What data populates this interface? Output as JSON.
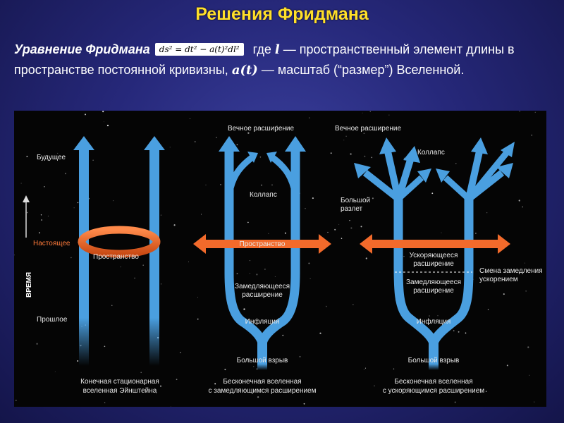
{
  "title": "Решения Фридмана",
  "intro": {
    "lead": "Уравнение Фридмана",
    "formula": "ds² = dt² − a(t)²dl²",
    "text1": "где",
    "sym_l": "l",
    "text2": "— пространственный элемент длины в пространстве постоянной кривизны,",
    "sym_a": "a(t)",
    "text3": "— масштаб (“размер”) Вселенной."
  },
  "diagram": {
    "axis_future": "Будущее",
    "axis_present": "Настоящее",
    "axis_time": "ВРЕМЯ",
    "axis_past": "Прошлое",
    "einstein": {
      "space": "Пространство",
      "caption_line1": "Конечная стационарная",
      "caption_line2": "вселенная Эйнштейна"
    },
    "decel": {
      "top": "Вечное расширение",
      "collapse": "Коллапс",
      "space": "Пространство",
      "slowing_line1": "Замедляющееся",
      "slowing_line2": "расширение",
      "inflation": "Инфляция",
      "big_bang": "Большой взрыв",
      "caption_line1": "Бесконечная вселенная",
      "caption_line2": "с замедляющимся расширением"
    },
    "accel": {
      "top": "Вечное расширение",
      "collapse": "Коллапс",
      "big_rip_line1": "Большой",
      "big_rip_line2": "разлет",
      "accel_line1": "Ускоряющееся",
      "accel_line2": "расширение",
      "switch_line1": "Смена замедления",
      "switch_line2": "ускорением",
      "slowing_line1": "Замедляющееся",
      "slowing_line2": "расширение",
      "inflation": "Инфляция",
      "big_bang": "Большой взрыв",
      "caption_line1": "Бесконечная вселенная",
      "caption_line2": "с ускоряющимся расширением"
    }
  },
  "colors": {
    "title": "#ffdf2a",
    "arrow_blue": "#4a9fe0",
    "space_orange": "#f26a2b"
  }
}
